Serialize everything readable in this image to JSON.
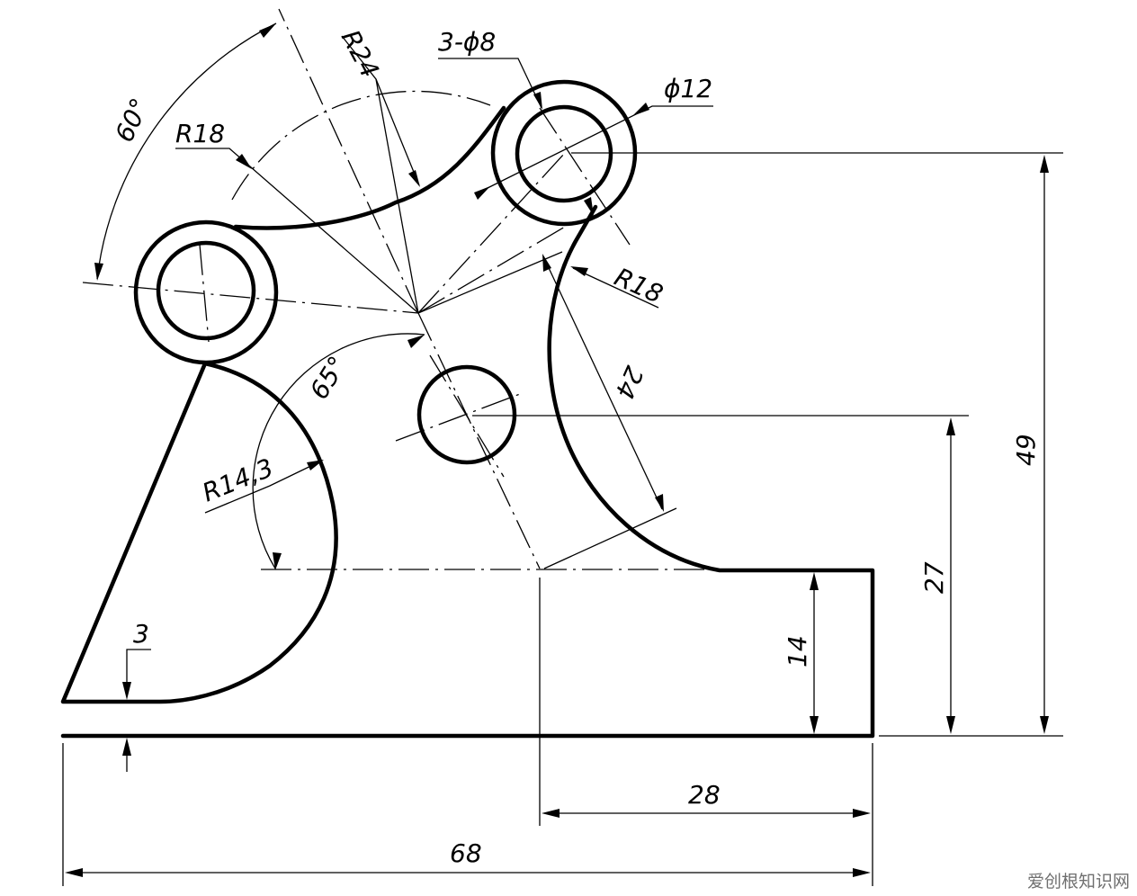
{
  "dimensions": {
    "angle_60": "60°",
    "r24": "R24",
    "holes_3xd8": "3-ϕ8",
    "d12": "ϕ12",
    "r18_upper": "R18",
    "r18_right": "R18",
    "len_24": "24",
    "angle_65": "65°",
    "r14_3": "R14,3",
    "h_49": "49",
    "h_27": "27",
    "h_14": "14",
    "w_3": "3",
    "w_28": "28",
    "w_68": "68"
  },
  "watermark": "爱创根知识网",
  "colors": {
    "line": "#000000",
    "background": "#ffffff",
    "watermark": "#6f6f6f"
  }
}
